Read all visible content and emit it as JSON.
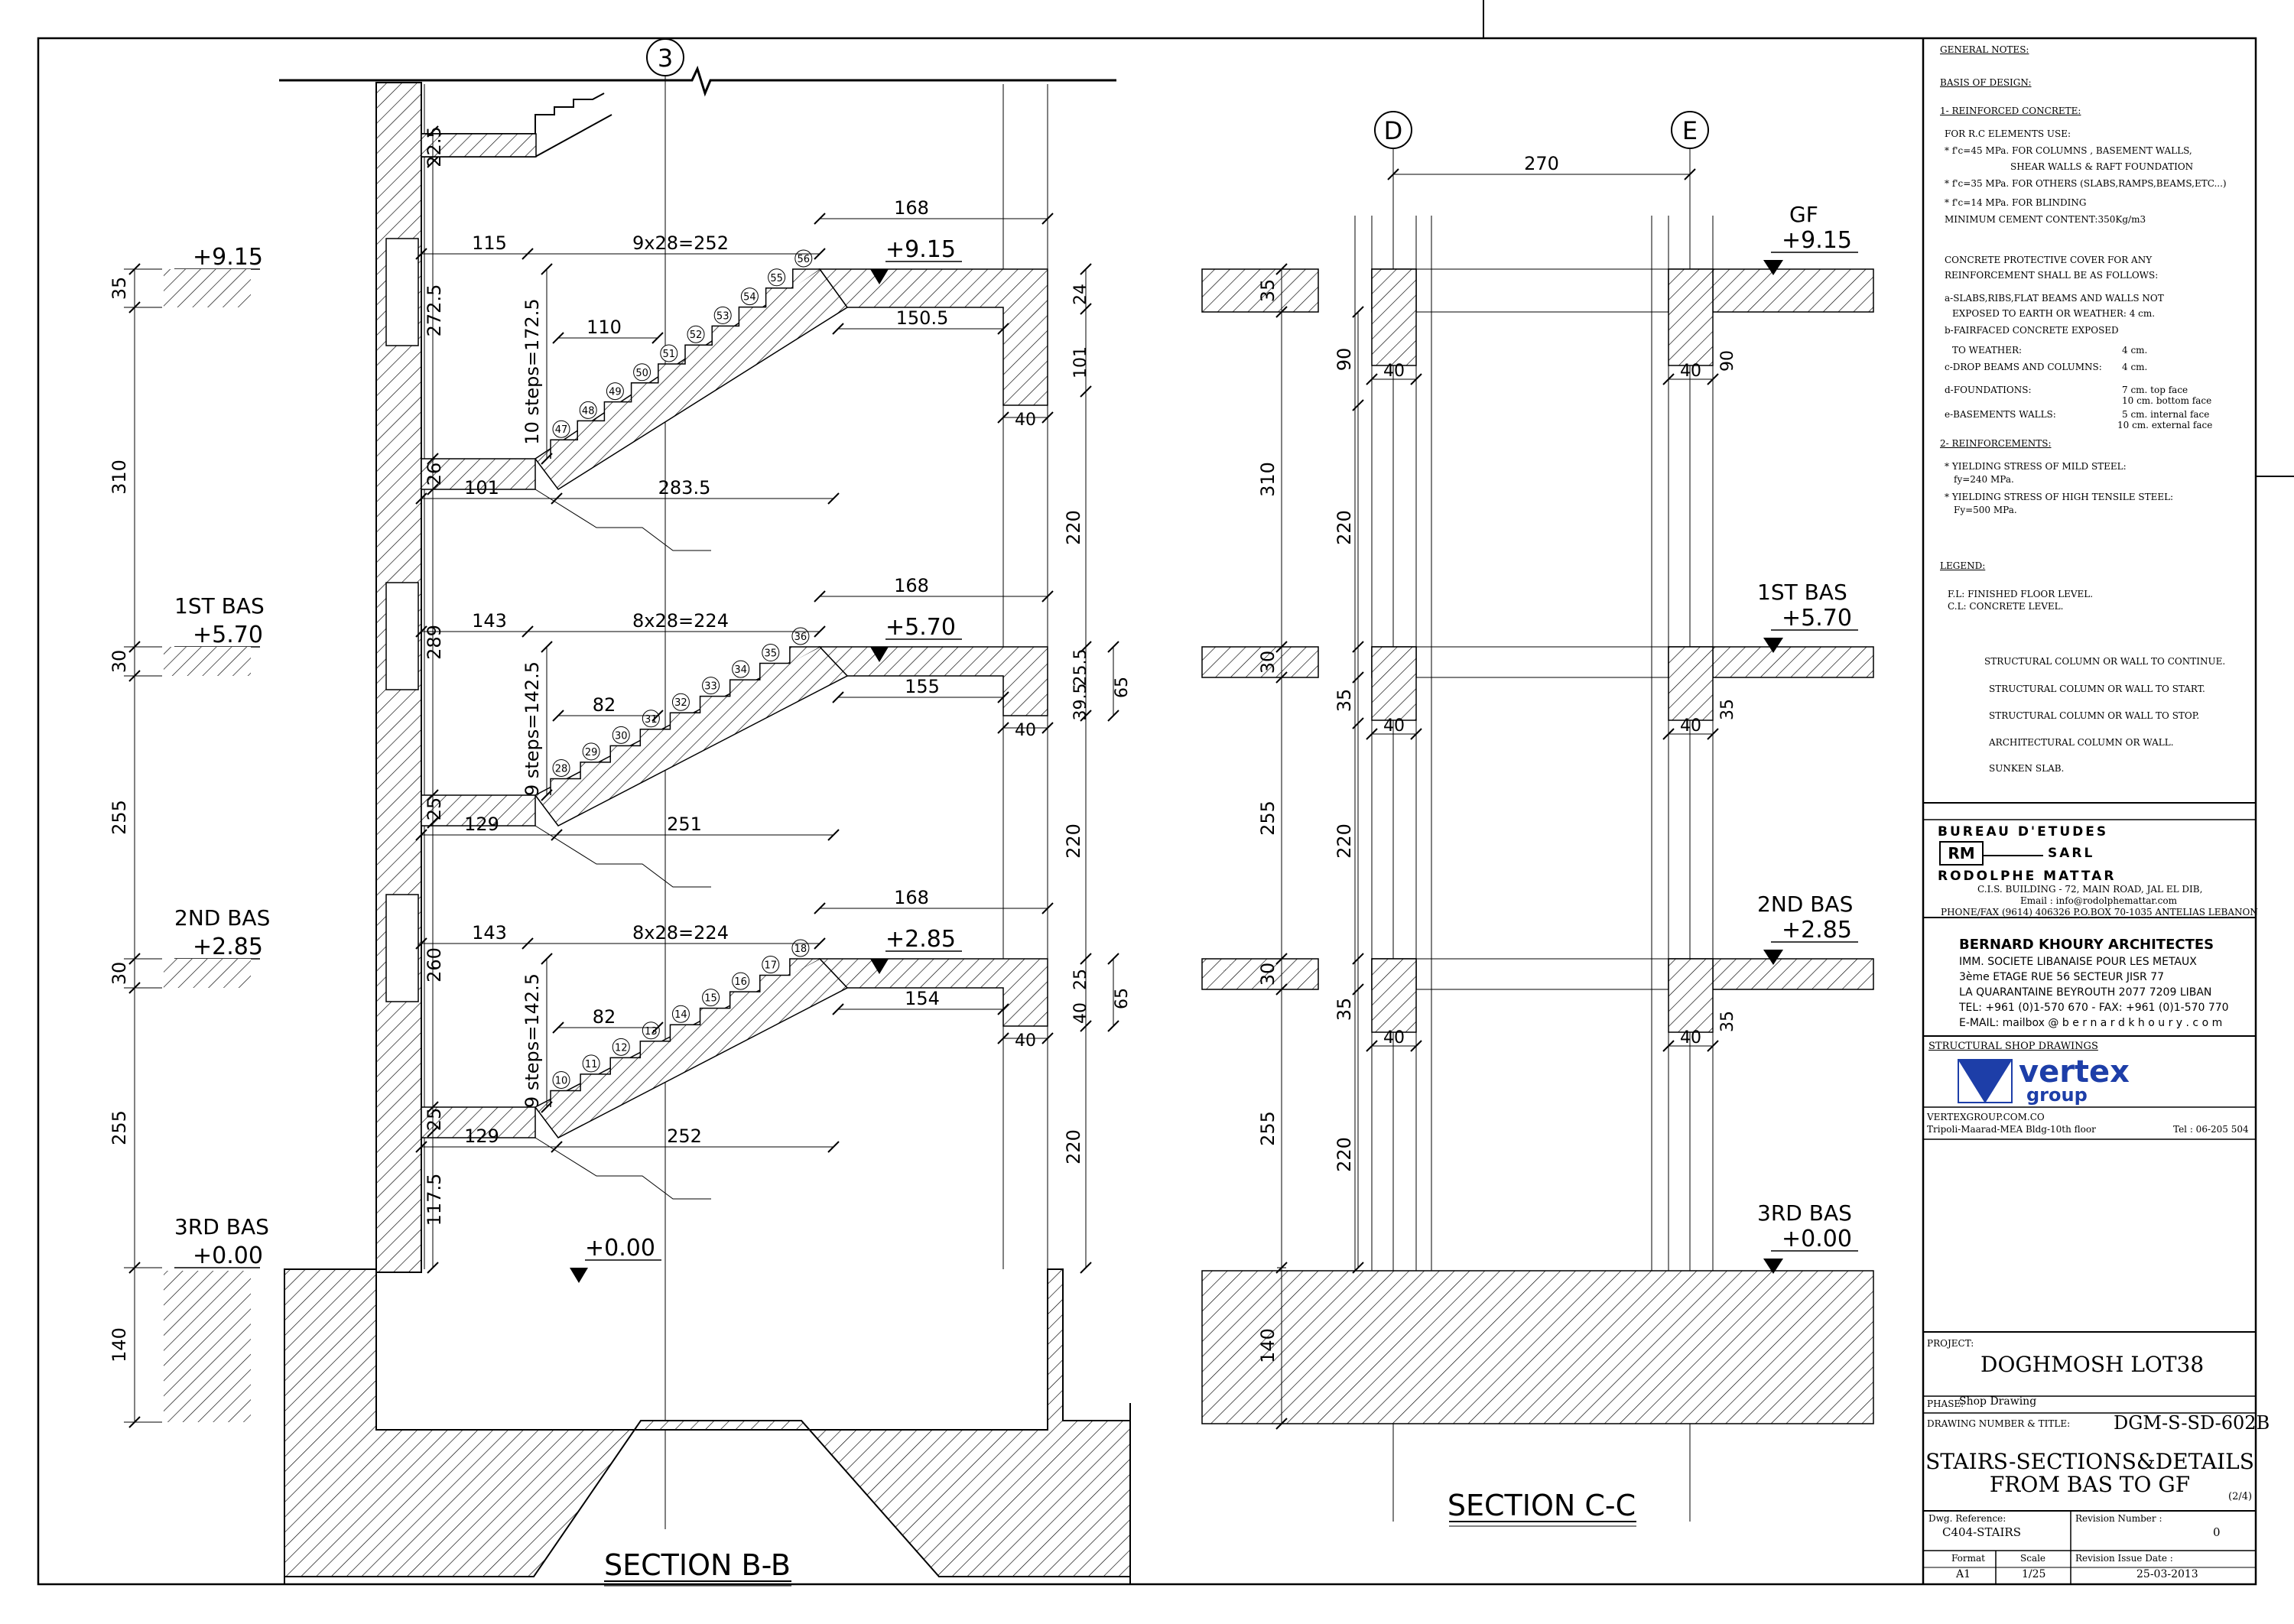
{
  "sections": {
    "bb": {
      "title": "SECTION B-B",
      "axis": "3",
      "levels": [
        {
          "name": "",
          "value": "+9.15"
        },
        {
          "name": "1ST BAS",
          "value": "+5.70"
        },
        {
          "name": "2ND BAS",
          "value": "+2.85"
        },
        {
          "name": "3RD BAS",
          "value": "+0.00"
        }
      ],
      "inner_levels": [
        "+9.15",
        "+5.70",
        "+2.85",
        "+0.00"
      ],
      "left_dims": [
        "35",
        "310",
        "30",
        "255",
        "30",
        "255",
        "140"
      ],
      "wall_dims": [
        "22.5",
        "272.5",
        "26",
        "289",
        "25",
        "260",
        "25",
        "117.5"
      ],
      "flight_top": {
        "landing": "115",
        "run": "9x28=252",
        "steps": "10  steps=172.5",
        "inner": "110",
        "bottom": "101",
        "proj": "283.5",
        "top": "168",
        "slab": "150.5",
        "beam_d1": "24",
        "beam_d2": "101",
        "beam_w": "40",
        "nums": [
          "47",
          "48",
          "49",
          "50",
          "51",
          "52",
          "53",
          "54",
          "55",
          "56"
        ]
      },
      "flight_mid": {
        "landing": "143",
        "run": "8x28=224",
        "steps": "9  steps=142.5",
        "inner": "82",
        "bottom": "129",
        "proj": "251",
        "top": "168",
        "slab": "155",
        "beam_d1": "25.5",
        "beam_d2": "39.5",
        "beam_total": "65",
        "beam_w": "40",
        "nums": [
          "28",
          "29",
          "30",
          "31",
          "32",
          "33",
          "34",
          "35",
          "36"
        ]
      },
      "flight_low": {
        "landing": "143",
        "run": "8x28=224",
        "steps": "9  steps=142.5",
        "inner": "82",
        "bottom": "129",
        "proj": "252",
        "top": "168",
        "slab": "154",
        "beam_d1": "25",
        "beam_d2": "40",
        "beam_total": "65",
        "beam_w": "40",
        "nums": [
          "10",
          "11",
          "12",
          "13",
          "14",
          "15",
          "16",
          "17",
          "18"
        ]
      },
      "right_dims": [
        "220",
        "220",
        "220"
      ]
    },
    "cc": {
      "title": "SECTION C-C",
      "axes": [
        "D",
        "E"
      ],
      "span": "270",
      "levels": [
        {
          "name": "GF",
          "value": "+9.15"
        },
        {
          "name": "1ST BAS",
          "value": "+5.70"
        },
        {
          "name": "2ND BAS",
          "value": "+2.85"
        },
        {
          "name": "3RD BAS",
          "value": "+0.00"
        }
      ],
      "left_dims": [
        "35",
        "310",
        "30",
        "255",
        "30",
        "255",
        "140"
      ],
      "inner_dims": [
        "90",
        "220",
        "35",
        "220",
        "35",
        "220"
      ],
      "col_w": "40",
      "right_dims": [
        "90",
        "35",
        "35"
      ]
    }
  },
  "notes": {
    "h1": "GENERAL NOTES:",
    "h2": "BASIS OF DESIGN:",
    "h3": "1- REINFORCED CONCRETE:",
    "rc": [
      "FOR  R.C  ELEMENTS USE:",
      "* f'c=45 MPa. FOR COLUMNS , BASEMENT WALLS,",
      "SHEAR WALLS & RAFT FOUNDATION",
      "* f'c=35 MPa. FOR OTHERS (SLABS,RAMPS,BEAMS,ETC...)",
      "* f'c=14 MPa. FOR BLINDING",
      "MINIMUM CEMENT CONTENT:350Kg/m3"
    ],
    "cover": [
      "CONCRETE PROTECTIVE COVER FOR ANY",
      "REINFORCEMENT SHALL BE AS FOLLOWS:",
      "a-SLABS,RIBS,FLAT BEAMS AND WALLS NOT",
      "EXPOSED TO EARTH OR WEATHER:   4 cm.",
      "b-FAIRFACED CONCRETE EXPOSED",
      "TO WEATHER:",
      "c-DROP BEAMS AND COLUMNS:",
      "d-FOUNDATIONS:",
      "e-BASEMENTS WALLS:"
    ],
    "cover_vals": [
      "4 cm.",
      "4 cm.",
      "7 cm. top face",
      "10 cm. bottom face",
      "5 cm. internal face",
      "10 cm. external face"
    ],
    "h4": "2- REINFORCEMENTS:",
    "reinf": [
      "* YIELDING STRESS OF MILD STEEL:",
      "fy=240 MPa.",
      "* YIELDING STRESS OF HIGH TENSILE STEEL:",
      "Fy=500 MPa."
    ],
    "h5": "LEGEND:",
    "legend_abbr": [
      "F.L: FINISHED FLOOR LEVEL.",
      "C.L: CONCRETE LEVEL."
    ],
    "legend": [
      "STRUCTURAL COLUMN OR WALL TO CONTINUE.",
      "STRUCTURAL COLUMN OR WALL TO START.",
      "STRUCTURAL COLUMN OR WALL TO STOP.",
      "ARCHITECTURAL COLUMN OR WALL.",
      "SUNKEN SLAB."
    ]
  },
  "consultant": {
    "line1": "BUREAU  D'ETUDES",
    "logo": "RM",
    "sarl": "SARL",
    "name": "RODOLPHE MATTAR",
    "addr1": "C.I.S. BUILDING - 72, MAIN ROAD, JAL EL DIB,",
    "addr2": "Email : info@rodolphemattar.com",
    "addr3": "PHONE/FAX (9614) 406326 P.O.BOX 70-1035 ANTELIAS LEBANON"
  },
  "architect": {
    "name": "BERNARD KHOURY ARCHITECTES",
    "l1": "IMM.  SOCIETE LIBANAISE POUR LES METAUX",
    "l2": "3ème ETAGE        RUE 56      SECTEUR JISR 77",
    "l3": "LA QUARANTAINE BEYROUTH 2077 7209 LIBAN",
    "l4": "TEL: +961 (0)1-570 670  -  FAX: +961 (0)1-570 770",
    "l5": "E-MAIL:   mailbox @ b e r n a r d k h o u r y . c o m"
  },
  "shop": {
    "label": "STRUCTURAL SHOP DRAWINGS",
    "brand": "vertex",
    "brand2": "group",
    "site": "VERTEXGROUP.COM.CO",
    "addr": "Tripoli-Maarad-MEA Bldg-10th floor",
    "tel": "Tel : 06-205 504"
  },
  "project": {
    "label": "PROJECT:",
    "name": "DOGHMOSH LOT38",
    "phase_label": "PHASE:",
    "phase": "Shop Drawing",
    "dn_label": "DRAWING NUMBER & TITLE:",
    "number": "DGM-S-SD-602B",
    "title1": "STAIRS-SECTIONS&DETAILS",
    "title2": "FROM BAS TO GF",
    "sheet": "(2/4)",
    "ref_label": "Dwg. Reference:",
    "ref": "C404-STAIRS",
    "rev_label": "Revision Number :",
    "rev": "0",
    "format_label": "Format",
    "format": "A1",
    "scale_label": "Scale",
    "scale": "1/25",
    "date_label": "Revision Issue Date :",
    "date": "25-03-2013"
  }
}
